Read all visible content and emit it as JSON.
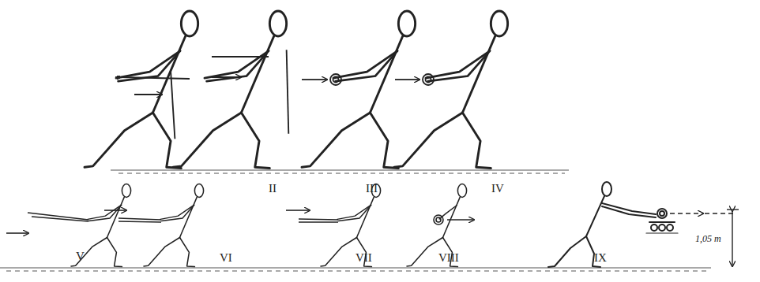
{
  "diagram": {
    "labels": [
      "II",
      "III",
      "IV",
      "V",
      "VI",
      "VII",
      "VIII",
      "IX",
      "1,05 m"
    ]
  }
}
